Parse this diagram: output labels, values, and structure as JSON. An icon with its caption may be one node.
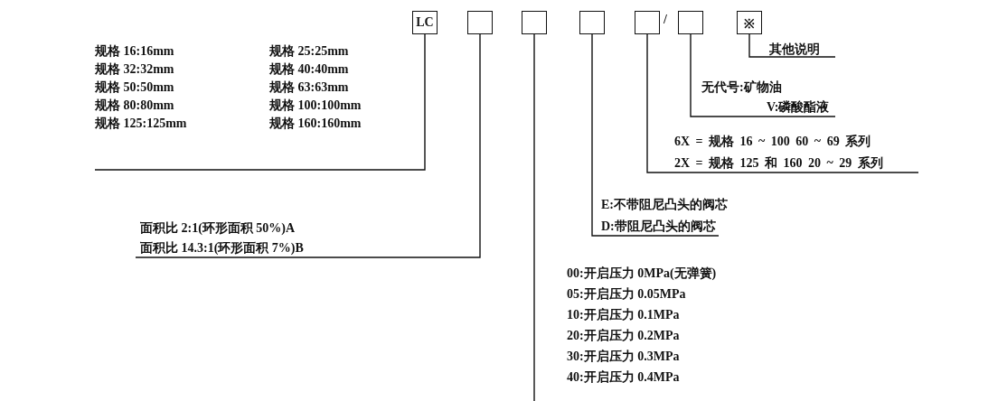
{
  "diagram": {
    "nodes": [
      {
        "text": [
          "LC"
        ]
      },
      {
        "text": [],
        "shape": "box"
      },
      {
        "text": [],
        "shape": "box"
      },
      {
        "text": [],
        "shape": "box"
      },
      {
        "text": [],
        "shape": "box"
      },
      {
        "text": [],
        "shape": "box"
      },
      {
        "text": [
          "※"
        ]
      },
      {
        "text": [
          "规格 16:16mm",
          "规格 25:25mm",
          "规格 32:32mm",
          "规格 40:40mm",
          "规格 50:50mm",
          "规格 63:63mm",
          "规格 80:80mm",
          "规格 100:100mm",
          "规格 125:125mm",
          "规格 160:160mm"
        ]
      },
      {
        "text": [
          "面积比 2:1(环形面积 50%)A",
          "面积比 14.3:1(环形面积 7%)B"
        ]
      },
      {
        "text": [
          "00:开启压力 0MPa(无弹簧)",
          "05:开启压力 0.05MPa",
          "10:开启压力 0.1MPa",
          "20:开启压力 0.2MPa",
          "30:开启压力 0.3MPa",
          "40:开启压力 0.4MPa"
        ]
      },
      {
        "text": [
          "E:不带阻尼凸头的阀芯",
          "D:带阻尼凸头的阀芯"
        ]
      },
      {
        "text": [
          "6X = 规格 16 ~ 100 60 ~ 69 系列",
          "2X = 规格 125 和 160 20 ~ 29 系列"
        ]
      },
      {
        "text": [
          "无代号:矿物油",
          "V:磷酸酯液"
        ]
      },
      {
        "text": [
          "其他说明"
        ]
      }
    ],
    "edges": [
      {
        "from": 0,
        "to": 7,
        "arrow": "none"
      },
      {
        "from": 1,
        "to": 8,
        "arrow": "none"
      },
      {
        "from": 2,
        "to": 9,
        "arrow": "none"
      },
      {
        "from": 3,
        "to": 10,
        "arrow": "none"
      },
      {
        "from": 4,
        "to": 11,
        "arrow": "none"
      },
      {
        "from": 5,
        "to": 12,
        "arrow": "none"
      },
      {
        "from": 6,
        "to": 13,
        "arrow": "none"
      }
    ],
    "labels": [
      "/"
    ]
  }
}
